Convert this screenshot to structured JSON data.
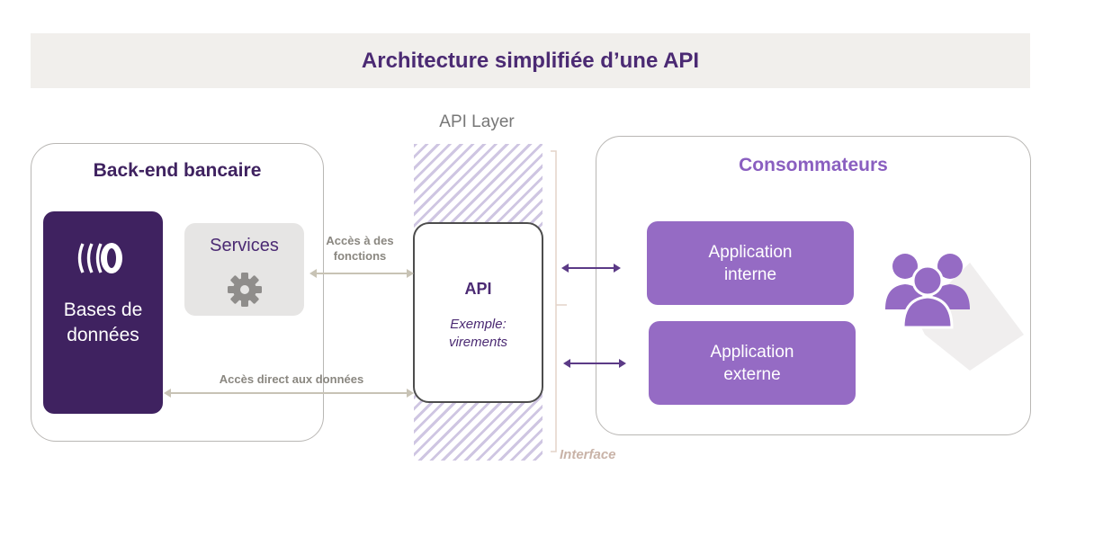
{
  "title": "Architecture simplifiée d’une API",
  "backend": {
    "title": "Back-end bancaire",
    "database_label": "Bases de données",
    "services_label": "Services"
  },
  "api_layer": {
    "label": "API Layer",
    "api_title": "API",
    "example": "Exemple: virements",
    "interface_label": "Interface"
  },
  "connections": {
    "functions_access": "Accès à des fonctions",
    "direct_data_access": "Accès direct aux données"
  },
  "consumers": {
    "title": "Consommateurs",
    "internal_app": "Application interne",
    "external_app": "Application externe"
  },
  "icons": [
    "database-icon",
    "gear-icon",
    "users-icon"
  ],
  "colors": {
    "dark_purple": "#3f2260",
    "purple": "#956bc4",
    "title_purple": "#4b2a73",
    "connector": "#c8c3b5"
  }
}
